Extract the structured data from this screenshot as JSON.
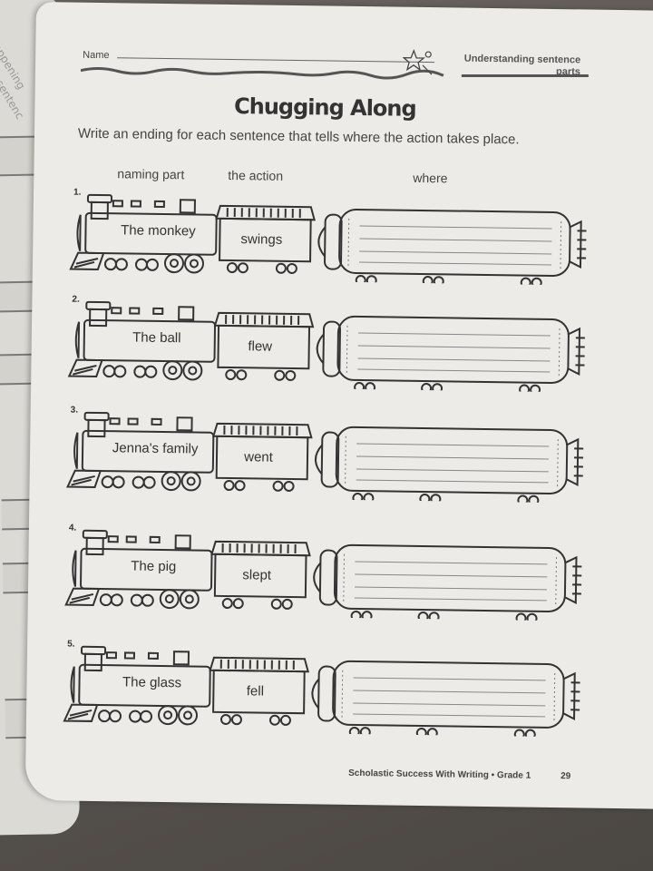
{
  "header": {
    "name_label": "Name",
    "skill": "Understanding sentence parts"
  },
  "title": "Chugging Along",
  "instructions": "Write an ending for each sentence that tells where the action takes place.",
  "columns": {
    "naming": "naming part",
    "action": "the action",
    "where": "where"
  },
  "sentences": [
    {
      "number": "1.",
      "subject": "The monkey",
      "verb": "swings"
    },
    {
      "number": "2.",
      "subject": "The ball",
      "verb": "flew"
    },
    {
      "number": "3.",
      "subject": "Jenna's family",
      "verb": "went"
    },
    {
      "number": "4.",
      "subject": "The pig",
      "verb": "slept"
    },
    {
      "number": "5.",
      "subject": "The glass",
      "verb": "fell"
    }
  ],
  "left_page": {
    "fragments": [
      "s happening",
      "ch sentenc"
    ]
  },
  "footer": {
    "book": "Scholastic Success With Writing • Grade 1",
    "page": "29"
  }
}
